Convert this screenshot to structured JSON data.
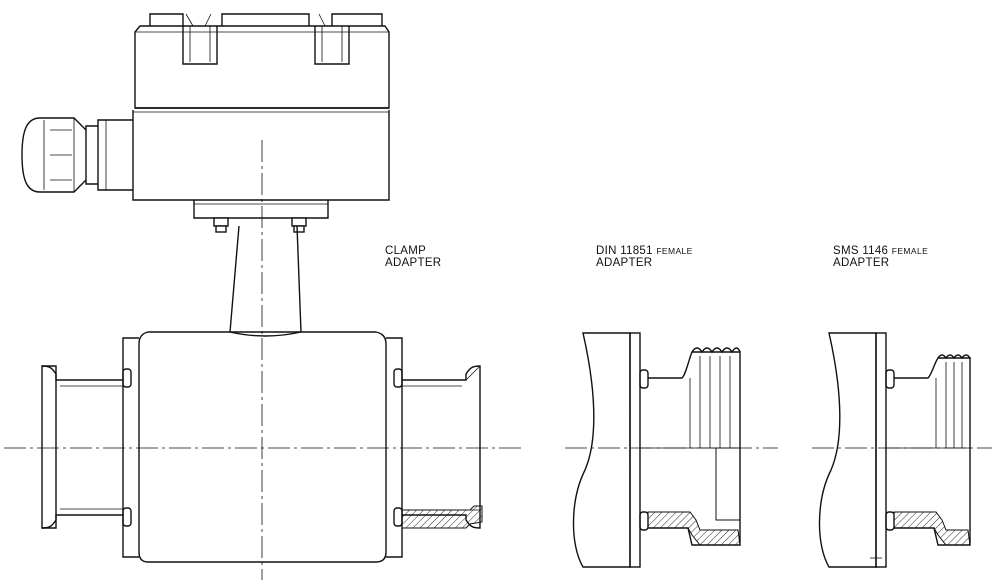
{
  "labels": {
    "clamp": {
      "line1": "CLAMP",
      "line2": "ADAPTER"
    },
    "din": {
      "line1_main": "DIN 11851 ",
      "line1_small": "FEMALE",
      "line2": "ADAPTER"
    },
    "sms": {
      "line1_main": "SMS 1146 ",
      "line1_small": "FEMALE",
      "line2": "ADAPTER"
    }
  },
  "colors": {
    "line": "#111111",
    "background": "#ffffff"
  }
}
